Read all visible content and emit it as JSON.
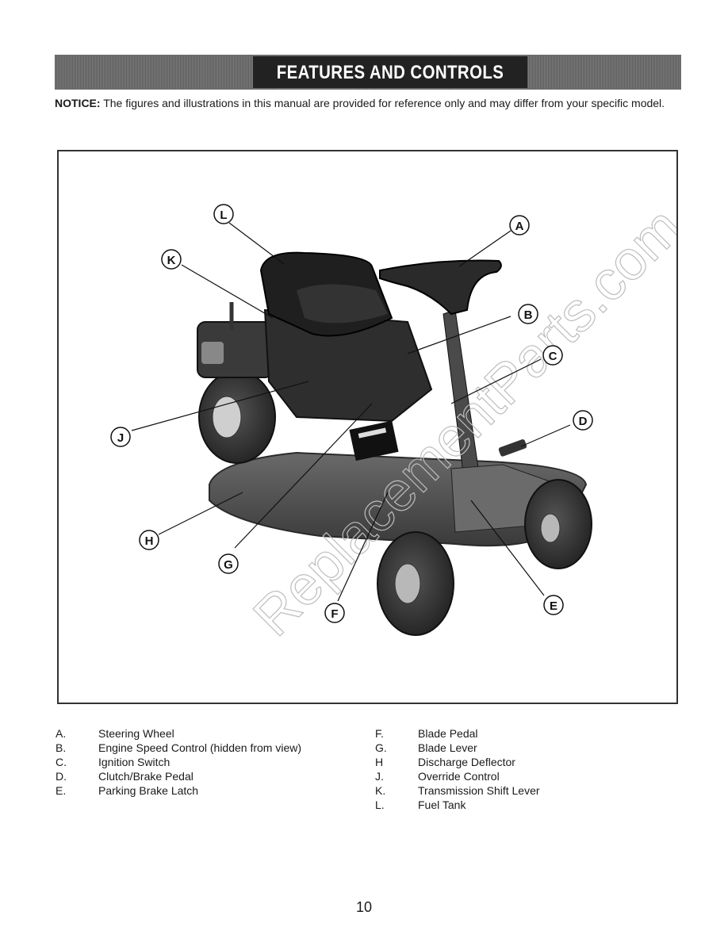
{
  "header": {
    "title": "FEATURES AND CONTROLS"
  },
  "notice": {
    "label": "NOTICE:",
    "text": " The figures and illustrations in this manual are provided for reference only and may differ from your specific model."
  },
  "figure": {
    "watermark": "ReplacementParts.com",
    "callouts": [
      "A",
      "B",
      "C",
      "D",
      "E",
      "F",
      "G",
      "H",
      "J",
      "K",
      "L"
    ]
  },
  "legend": {
    "left": [
      {
        "letter": "A.",
        "text": "Steering Wheel"
      },
      {
        "letter": "B.",
        "text": "Engine Speed Control (hidden from view)"
      },
      {
        "letter": "C.",
        "text": "Ignition Switch"
      },
      {
        "letter": "D.",
        "text": "Clutch/Brake Pedal"
      },
      {
        "letter": "E.",
        "text": "Parking Brake Latch"
      }
    ],
    "right": [
      {
        "letter": "F.",
        "text": "Blade Pedal"
      },
      {
        "letter": "G.",
        "text": "Blade Lever"
      },
      {
        "letter": "H",
        "text": "Discharge Deflector"
      },
      {
        "letter": "J.",
        "text": "Override Control"
      },
      {
        "letter": "K.",
        "text": "Transmission Shift Lever"
      },
      {
        "letter": "L.",
        "text": "Fuel Tank"
      }
    ]
  },
  "page_number": "10"
}
